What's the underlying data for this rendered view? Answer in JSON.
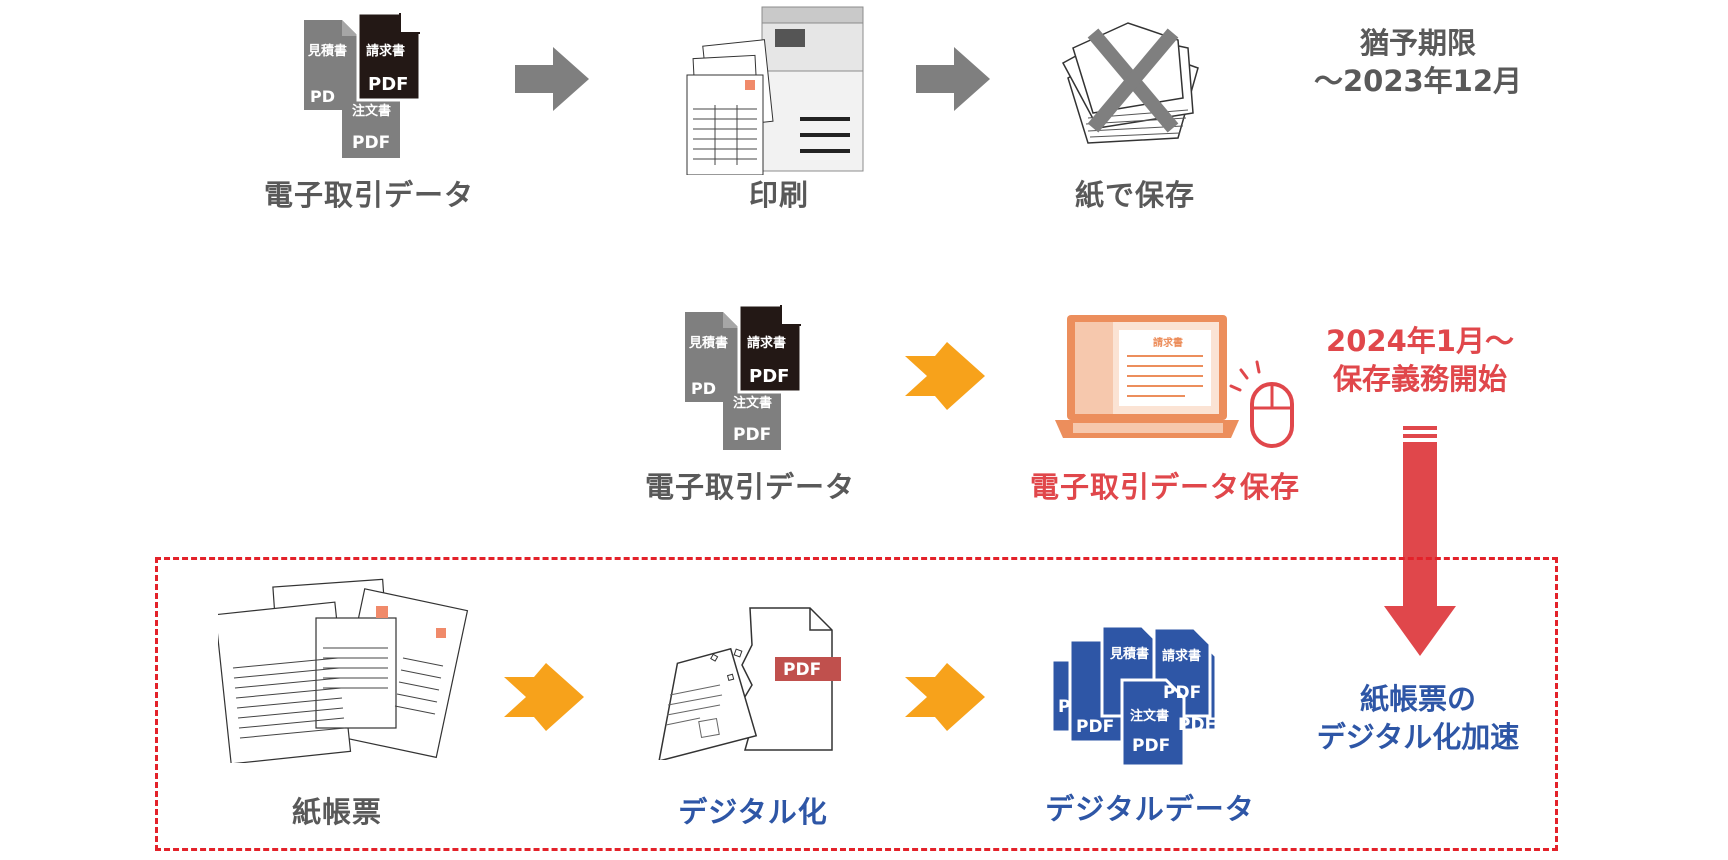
{
  "row1": {
    "label_data": "電子取引データ",
    "label_print": "印刷",
    "label_paper": "紙で保存",
    "note_line1": "猶予期限",
    "note_line2": "～2023年12月"
  },
  "row2": {
    "label_data": "電子取引データ",
    "label_save": "電子取引データ保存",
    "note_line1": "2024年1月～",
    "note_line2": "保存義務開始"
  },
  "row3": {
    "label_paper": "紙帳票",
    "label_digitize": "デジタル化",
    "label_digital": "デジタルデータ",
    "note_line1": "紙帳票の",
    "note_line2": "デジタル化加速"
  },
  "docs": {
    "estimate": "見積書",
    "invoice": "請求書",
    "order": "注文書",
    "pdf": "PDF",
    "pd": "PD",
    "p": "P",
    "invoice_screen": "請求書"
  },
  "colors": {
    "gray_arrow": "#7f7f7f",
    "orange_arrow": "#f7a21b",
    "red": "#e0474b",
    "blue": "#2e56a6",
    "dark_doc": "#231815",
    "laptop": "#ec8e5c",
    "dashed_border": "#e3222a"
  },
  "icons": [
    "pdf-document-stack-icon",
    "copier-icon",
    "discarded-paper-icon",
    "laptop-icon",
    "mouse-click-icon",
    "paper-forms-icon",
    "digitize-pdf-icon",
    "blue-pdf-stack-icon",
    "arrow-right-icon",
    "arrow-down-icon",
    "cross-mark-icon"
  ]
}
